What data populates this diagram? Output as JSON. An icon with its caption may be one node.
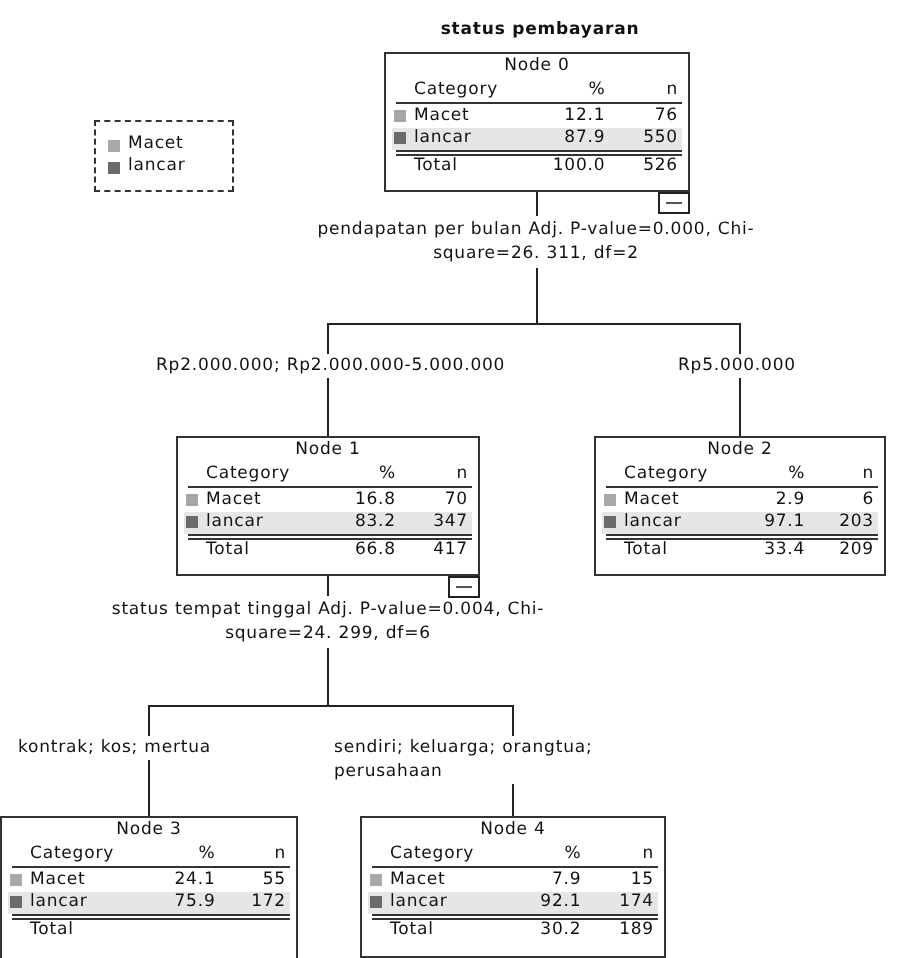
{
  "diagram": {
    "nodes": [
      {
        "text": [
          "Node 0",
          "Category",
          "%",
          "n",
          "Macet",
          "12.1",
          "76",
          "lancar",
          "87.9",
          "550",
          "Total",
          "100.0",
          "526"
        ]
      },
      {
        "text": [
          "Node 1",
          "Category",
          "%",
          "n",
          "Macet",
          "16.8",
          "70",
          "lancar",
          "83.2",
          "347",
          "Total",
          "66.8",
          "417"
        ]
      },
      {
        "text": [
          "Node 2",
          "Category",
          "%",
          "n",
          "Macet",
          "2.9",
          "6",
          "lancar",
          "97.1",
          "203",
          "Total",
          "33.4",
          "209"
        ]
      },
      {
        "text": [
          "Node 3",
          "Category",
          "%",
          "n",
          "Macet",
          "24.1",
          "55",
          "lancar",
          "75.9",
          "172",
          "Total"
        ]
      },
      {
        "text": [
          "Node 4",
          "Category",
          "%",
          "n",
          "Macet",
          "7.9",
          "15",
          "lancar",
          "92.1",
          "174",
          "Total",
          "30.2",
          "189"
        ]
      }
    ],
    "edges": [
      {
        "from": 0,
        "to": 1,
        "arrow": "none",
        "label": "Rp2.000.000; Rp2.000.000-5.000.000"
      },
      {
        "from": 0,
        "to": 2,
        "arrow": "none",
        "label": "Rp5.000.000"
      },
      {
        "from": 1,
        "to": 3,
        "arrow": "none",
        "label": "kontrak; kos; mertua"
      },
      {
        "from": 1,
        "to": 4,
        "arrow": "none",
        "label": "sendiri; keluarga; orangtua; perusahaan"
      }
    ],
    "labels": [
      "status pembayaran",
      "pendapatan per bulan Adj. P-value=0.000, Chi-square=26. 311, df=2",
      "status tempat tinggal Adj. P-value=0.004, Chi-square=24. 299, df=6"
    ],
    "legend": [
      {
        "text": "Macet",
        "color": "#a8a8a8"
      },
      {
        "text": "lancar",
        "color": "#6a6a6a"
      }
    ]
  }
}
